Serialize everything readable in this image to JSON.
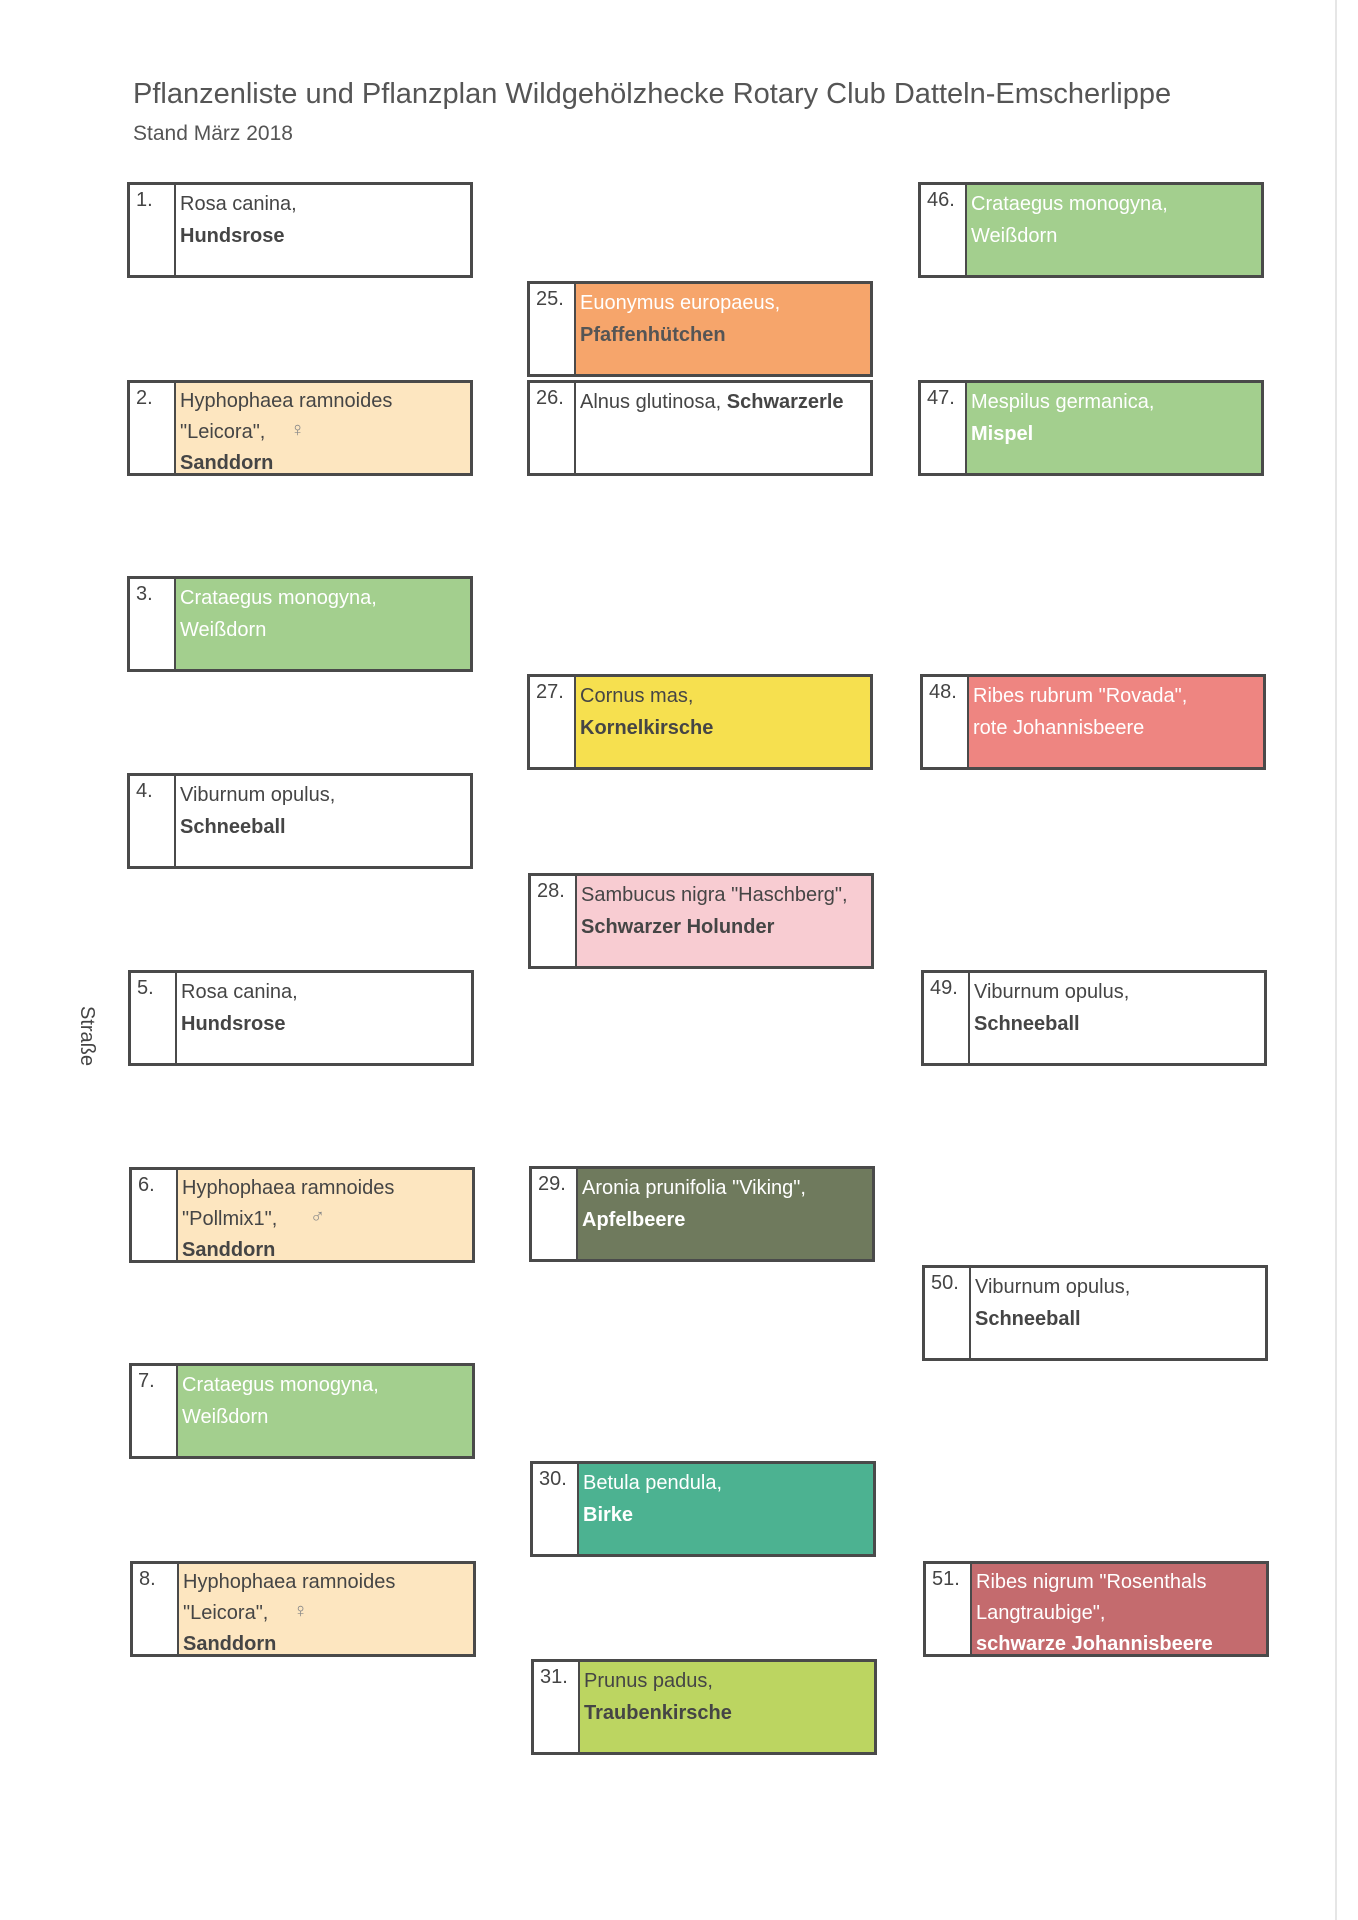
{
  "header": {
    "title": "Pflanzenliste und Pflanzplan Wildgehölzhecke Rotary Club Datteln-Emscherlippe",
    "subtitle": "Stand März 2018",
    "side_label": "Straße"
  },
  "colors": {
    "white": "#ffffff",
    "light_green": "#a3cf8e",
    "peach": "#fde6c0",
    "orange": "#f6a56b",
    "yellow": "#f6e04f",
    "pink": "#f8ccd2",
    "olive_gray": "#6f7a5d",
    "teal": "#4cb291",
    "lime": "#bcd561",
    "salmon": "#ee8581",
    "dark_red": "#c46b6e"
  },
  "plants": [
    {
      "no": "1.",
      "latin": "Rosa canina,",
      "common": "Hundsrose"
    },
    {
      "no": "2.",
      "latin": "Hyphophaea ramnoides \"Leicora\",",
      "symbol": "♀",
      "common": "Sanddorn"
    },
    {
      "no": "3.",
      "latin": "Crataegus monogyna,",
      "common": "Weißdorn"
    },
    {
      "no": "4.",
      "latin": "Viburnum opulus,",
      "common": "Schneeball"
    },
    {
      "no": "5.",
      "latin": "Rosa canina,",
      "common": "Hundsrose"
    },
    {
      "no": "6.",
      "latin": "Hyphophaea ramnoides \"Pollmix1\",",
      "symbol": "♂",
      "common": "Sanddorn"
    },
    {
      "no": "7.",
      "latin": "Crataegus monogyna,",
      "common": "Weißdorn"
    },
    {
      "no": "8.",
      "latin": "Hyphophaea ramnoides \"Leicora\",",
      "symbol": "♀",
      "common": "Sanddorn"
    },
    {
      "no": "25.",
      "latin": "Euonymus europaeus,",
      "common": "Pfaffenhütchen"
    },
    {
      "no": "26.",
      "latin": "Alnus glutinosa,",
      "common": "Schwarzerle"
    },
    {
      "no": "27.",
      "latin": "Cornus mas,",
      "common": "Kornelkirsche"
    },
    {
      "no": "28.",
      "latin": "Sambucus nigra \"Haschberg\",",
      "common": "Schwarzer Holunder"
    },
    {
      "no": "29.",
      "latin": "Aronia prunifolia \"Viking\",",
      "common": "Apfelbeere"
    },
    {
      "no": "30.",
      "latin": "Betula pendula,",
      "common": "Birke"
    },
    {
      "no": "31.",
      "latin": "Prunus padus,",
      "common": "Traubenkirsche"
    },
    {
      "no": "46.",
      "latin": "Crataegus monogyna,",
      "common": "Weißdorn"
    },
    {
      "no": "47.",
      "latin": "Mespilus germanica,",
      "common": "Mispel"
    },
    {
      "no": "48.",
      "latin": "Ribes rubrum \"Rovada\",",
      "common": "rote Johannisbeere"
    },
    {
      "no": "49.",
      "latin": "Viburnum opulus,",
      "common": "Schneeball"
    },
    {
      "no": "50.",
      "latin": "Viburnum opulus,",
      "common": "Schneeball"
    },
    {
      "no": "51.",
      "latin": "Ribes nigrum \"Rosenthals Langtraubige\",",
      "common": "schwarze Johannisbeere"
    }
  ]
}
